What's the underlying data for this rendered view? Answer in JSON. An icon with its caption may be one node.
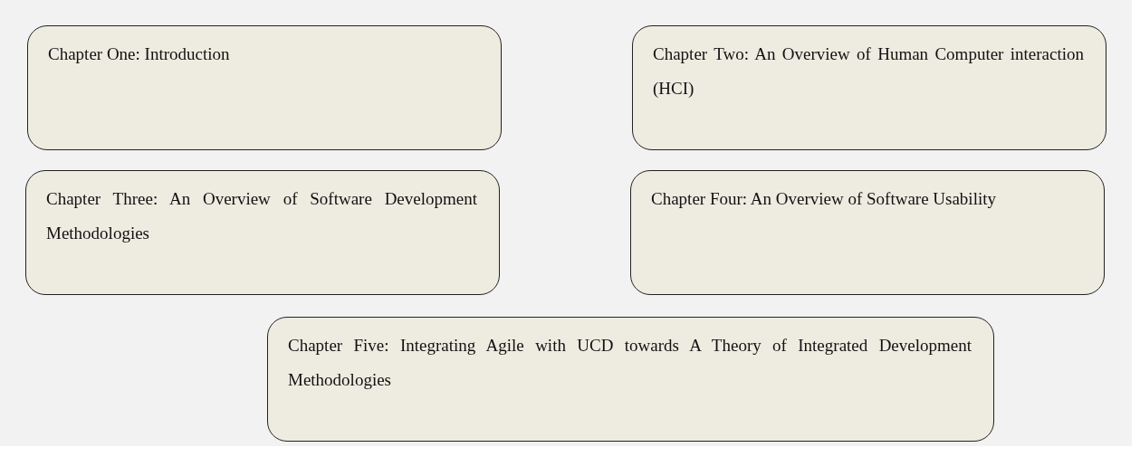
{
  "diagram": {
    "nodes": [
      {
        "text": [
          "Chapter One: Introduction"
        ]
      },
      {
        "text": [
          "Chapter Two: An Overview of Human Computer interaction (HCI)"
        ]
      },
      {
        "text": [
          "Chapter Three: An Overview of Software Development Methodologies"
        ]
      },
      {
        "text": [
          "Chapter Four: An Overview of Software Usability"
        ]
      },
      {
        "text": [
          "Chapter Five: Integrating Agile with UCD towards A Theory of Integrated Development Methodologies"
        ]
      }
    ]
  }
}
